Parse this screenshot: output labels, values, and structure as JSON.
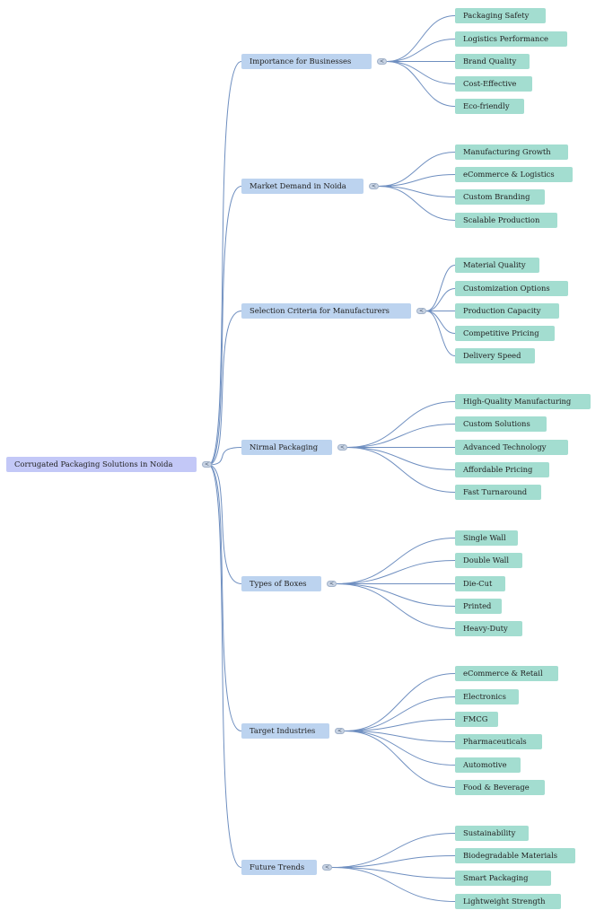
{
  "mindmap": {
    "root": {
      "label": "Corrugated Packaging Solutions in Noida"
    },
    "toggle_glyph": "<",
    "colors": {
      "root": "#c3c8f7",
      "branch": "#bcd3ef",
      "leaf": "#a3ddd0",
      "link": "#6f8fc0"
    },
    "branches": [
      {
        "label": "Importance for Businesses",
        "children": [
          "Packaging Safety",
          "Logistics Performance",
          "Brand Quality",
          "Cost-Effective",
          "Eco-friendly"
        ]
      },
      {
        "label": "Market Demand in Noida",
        "children": [
          "Manufacturing Growth",
          "eCommerce & Logistics",
          "Custom Branding",
          "Scalable Production"
        ]
      },
      {
        "label": "Selection Criteria for Manufacturers",
        "children": [
          "Material Quality",
          "Customization Options",
          "Production Capacity",
          "Competitive Pricing",
          "Delivery Speed"
        ]
      },
      {
        "label": "Nirmal Packaging",
        "children": [
          "High-Quality Manufacturing",
          "Custom Solutions",
          "Advanced Technology",
          "Affordable Pricing",
          "Fast Turnaround"
        ]
      },
      {
        "label": "Types of Boxes",
        "children": [
          "Single Wall",
          "Double Wall",
          "Die-Cut",
          "Printed",
          "Heavy-Duty"
        ]
      },
      {
        "label": "Target Industries",
        "children": [
          "eCommerce & Retail",
          "Electronics",
          "FMCG",
          "Pharmaceuticals",
          "Automotive",
          "Food & Beverage"
        ]
      },
      {
        "label": "Future Trends",
        "children": [
          "Sustainability",
          "Biodegradable Materials",
          "Smart Packaging",
          "Lightweight Strength"
        ]
      }
    ]
  }
}
